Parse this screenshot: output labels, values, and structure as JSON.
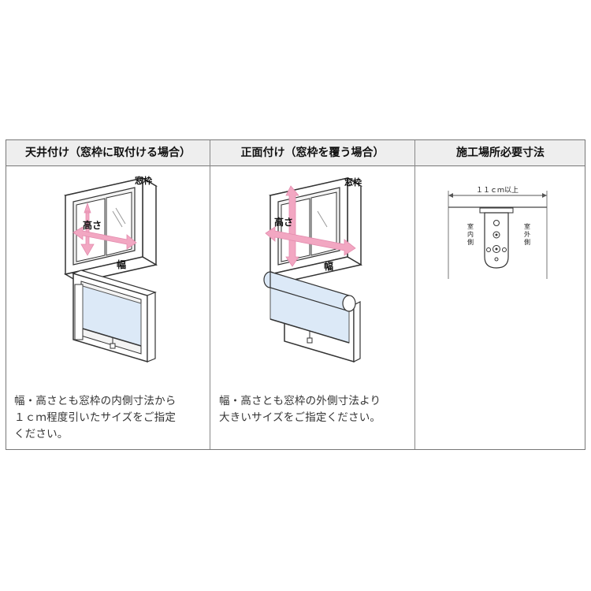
{
  "columns": [
    {
      "header": "天井付け（窓枠に取付ける場合）",
      "caption_lines": [
        "幅・高さとも窓枠の内側寸法から",
        "１ｃｍ程度引いたサイズをご指定",
        "ください。"
      ],
      "label_frame": "窓枠",
      "label_height": "高さ",
      "label_width": "幅"
    },
    {
      "header": "正面付け（窓枠を覆う場合）",
      "caption_lines": [
        "幅・高さとも窓枠の外側寸法より",
        "大きいサイズをご指定ください。"
      ],
      "label_frame": "窓枠",
      "label_height": "高さ",
      "label_width": "幅"
    },
    {
      "header": "施工場所必要寸法",
      "dimension_label": "１１ｃｍ以上",
      "label_indoor": "室内側",
      "label_outdoor": "室外側"
    }
  ],
  "colors": {
    "arrow": "#f2a7c2",
    "blind": "#dce9f7",
    "frame_fill": "#ffffff",
    "frame_stroke": "#333333",
    "header_bg": "#eeeeee"
  }
}
